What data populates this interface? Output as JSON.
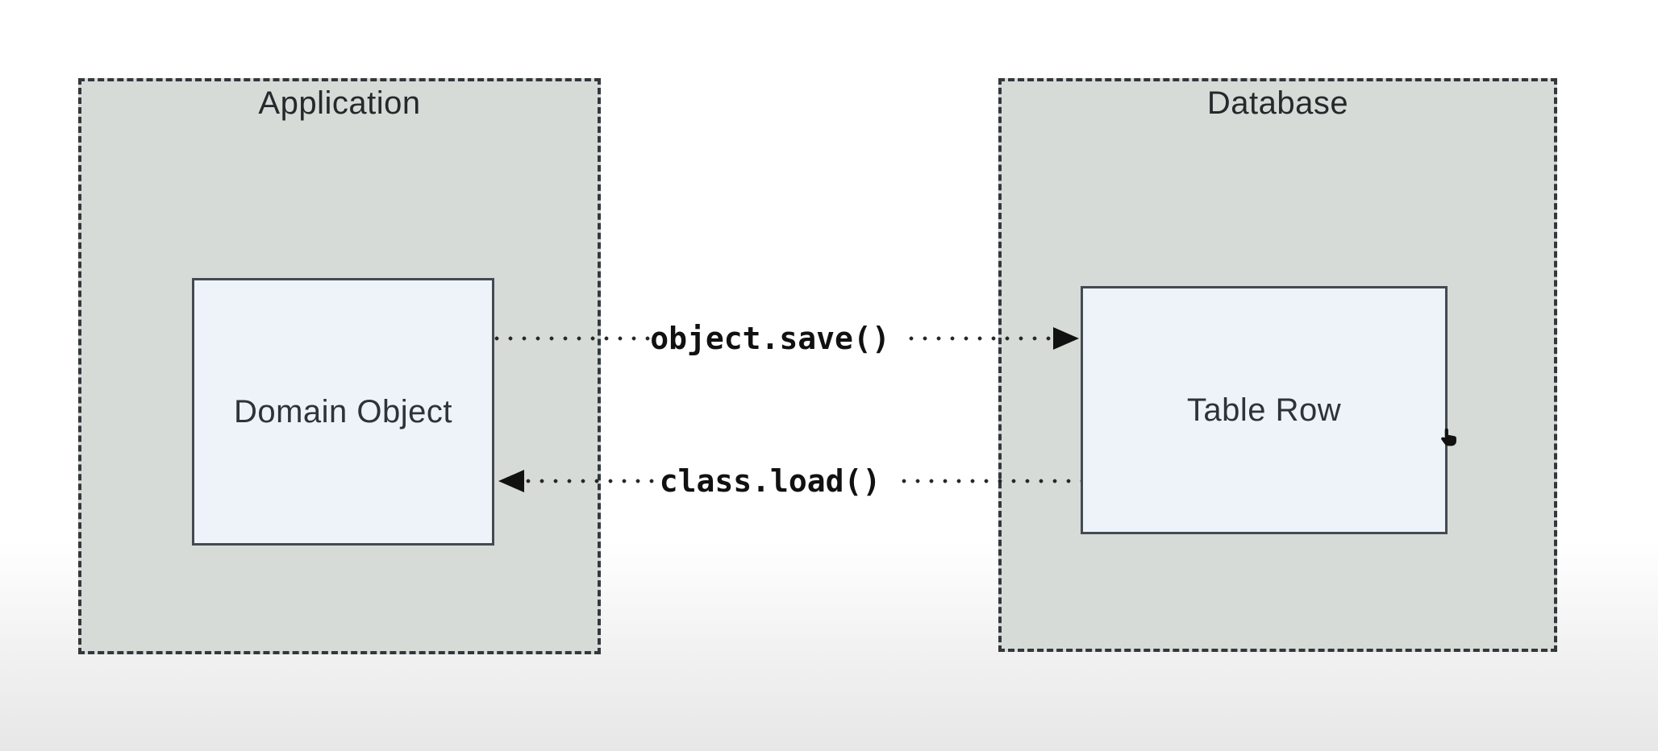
{
  "diagram": {
    "groups": [
      {
        "id": "application",
        "label": "Application"
      },
      {
        "id": "database",
        "label": "Database"
      }
    ],
    "nodes": [
      {
        "id": "domain-object",
        "label": "Domain Object",
        "group": "application"
      },
      {
        "id": "table-row",
        "label": "Table Row",
        "group": "database"
      }
    ],
    "edges": [
      {
        "id": "save",
        "label": "object.save()",
        "from": "domain-object",
        "to": "table-row",
        "direction": "right",
        "style": "dotted"
      },
      {
        "id": "load",
        "label": "class.load()",
        "from": "table-row",
        "to": "domain-object",
        "direction": "left",
        "style": "dotted"
      }
    ],
    "icons": [
      {
        "name": "arrowhead-right-icon"
      },
      {
        "name": "arrowhead-left-icon"
      },
      {
        "name": "hand-cursor-icon"
      }
    ]
  },
  "colors": {
    "group_fill": "#d6dbd7",
    "group_border": "#33383c",
    "node_fill": "#eef3fa",
    "node_border": "#434a51",
    "label_text": "#26292c",
    "edge_text": "#111111",
    "edge_dot": "#272727",
    "page_top": "#ffffff",
    "page_bottom": "#e7e7e7"
  }
}
